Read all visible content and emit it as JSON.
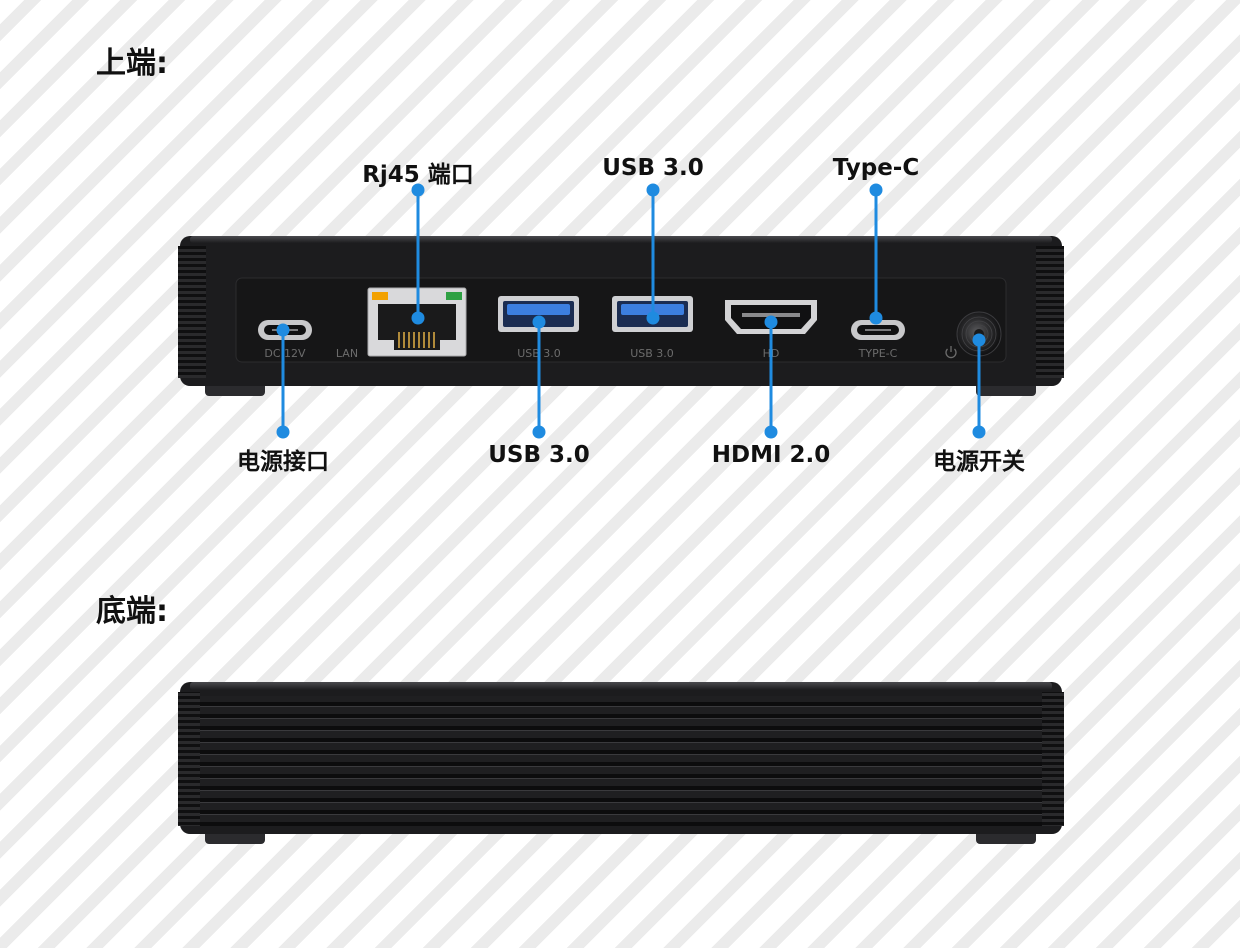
{
  "sections": {
    "top": "上端:",
    "bottom": "底端:"
  },
  "callouts": {
    "rj45": "Rj45 端口",
    "usb_top": "USB 3.0",
    "typec": "Type-C",
    "power_port": "电源接口",
    "usb_bottom": "USB 3.0",
    "hdmi": "HDMI 2.0",
    "power_switch": "电源开关"
  },
  "port_labels": {
    "dc": "DC 12V",
    "lan": "LAN",
    "usb1": "USB 3.0",
    "usb2": "USB 3.0",
    "hd": "HD",
    "typec": "TYPE-C"
  },
  "colors": {
    "accent": "#1f8be0",
    "device_body": "#1c1c1e",
    "usb_blue": "#3c7fe0",
    "led_orange": "#f2a100",
    "led_green": "#2ea043"
  },
  "icons": {
    "power": "power-icon"
  }
}
